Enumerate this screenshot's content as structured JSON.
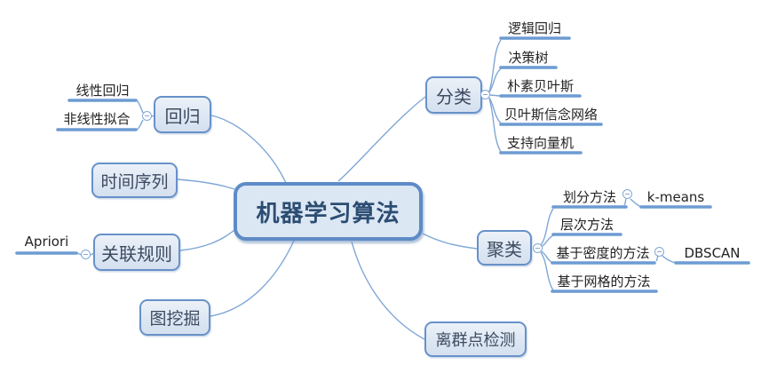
{
  "diagram": {
    "type": "mind-map",
    "background_color": "#ffffff",
    "colors": {
      "node_border": "#6791c9",
      "node_fill": "#dde7f3",
      "center_border": "#5d8bc6",
      "center_fill": "#dce7f4",
      "center_text": "#2c4d72",
      "node_text": "#3d4a60",
      "leaf_text": "#232323",
      "edge_line": "#7fa7d6",
      "branch_underline": "#6d9bd2"
    }
  },
  "center": {
    "label": "机器学习算法"
  },
  "branches": {
    "regression": {
      "label": "回归",
      "children": {
        "linear": {
          "label": "线性回归"
        },
        "nonlinear": {
          "label": "非线性拟合"
        }
      }
    },
    "time_series": {
      "label": "时间序列"
    },
    "association": {
      "label": "关联规则",
      "children": {
        "apriori": {
          "label": "Apriori"
        }
      }
    },
    "graph_mining": {
      "label": "图挖掘"
    },
    "classification": {
      "label": "分类",
      "children": {
        "logistic_regression": {
          "label": "逻辑回归"
        },
        "decision_tree": {
          "label": "决策树"
        },
        "naive_bayes": {
          "label": "朴素贝叶斯"
        },
        "bayesian_belief_network": {
          "label": "贝叶斯信念网络"
        },
        "svm": {
          "label": "支持向量机"
        }
      }
    },
    "clustering": {
      "label": "聚类",
      "children": {
        "partition": {
          "label": "划分方法",
          "children": {
            "kmeans": {
              "label": "k-means"
            }
          }
        },
        "hierarchical": {
          "label": "层次方法"
        },
        "density": {
          "label": "基于密度的方法",
          "children": {
            "dbscan": {
              "label": "DBSCAN"
            }
          }
        },
        "grid": {
          "label": "基于网格的方法"
        }
      }
    },
    "outlier_detection": {
      "label": "离群点检测"
    }
  },
  "icons": {
    "collapse": "minus-circle-icon"
  }
}
